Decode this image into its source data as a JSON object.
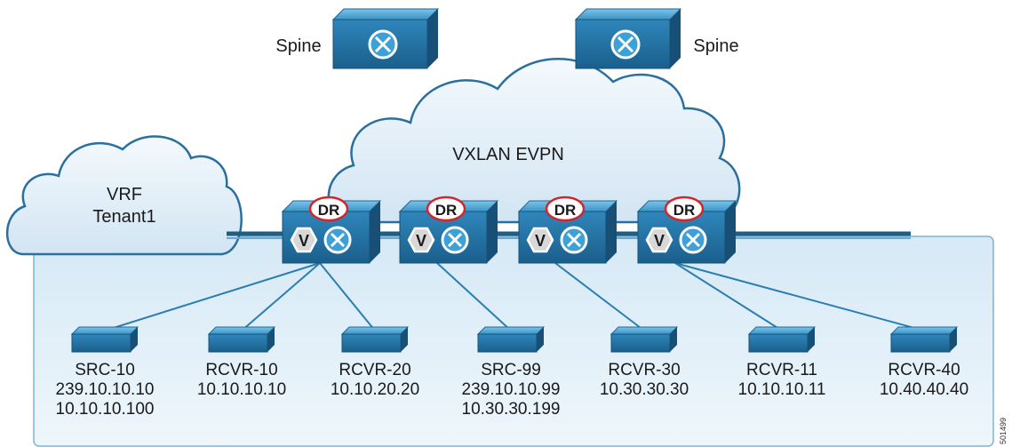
{
  "spines": [
    {
      "label": "Spine"
    },
    {
      "label": "Spine"
    }
  ],
  "clouds": {
    "fabric": "VXLAN EVPN",
    "vrf_line1": "VRF",
    "vrf_line2": "Tenant1"
  },
  "leaf_badge": "DR",
  "leaf_vtep_letter": "V",
  "endpoints": [
    {
      "lines": [
        "SRC-10",
        "239.10.10.10",
        "10.10.10.100"
      ]
    },
    {
      "lines": [
        "RCVR-10",
        "10.10.10.10"
      ]
    },
    {
      "lines": [
        "RCVR-20",
        "10.10.20.20"
      ]
    },
    {
      "lines": [
        "SRC-99",
        "239.10.10.99",
        "10.30.30.199"
      ]
    },
    {
      "lines": [
        "RCVR-30",
        "10.30.30.30"
      ]
    },
    {
      "lines": [
        "RCVR-11",
        "10.10.10.11"
      ]
    },
    {
      "lines": [
        "RCVR-40",
        "10.40.40.40"
      ]
    }
  ],
  "figure_id": "501499",
  "colors": {
    "device_light": "#4aa3d3",
    "device_dark": "#1d6a9a",
    "cloud_fill": "#dcebf5",
    "cloud_stroke": "#2a6f9e",
    "panel_fill": "#e4f0f8",
    "link": "#2a7fb0",
    "trunk": "#1f5f86",
    "badge_red": "#d6242a"
  }
}
